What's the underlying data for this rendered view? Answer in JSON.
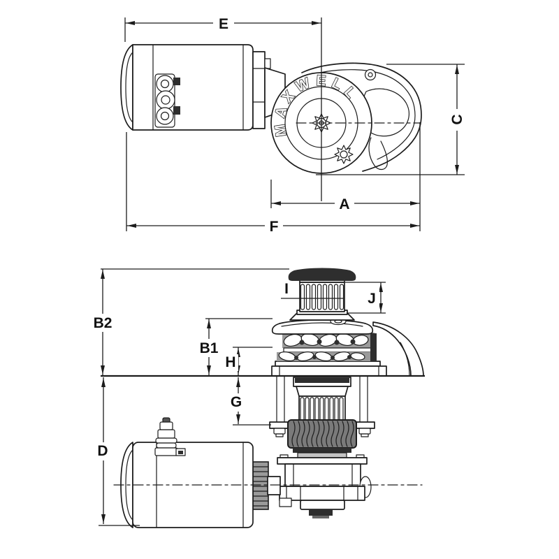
{
  "brand_logo": "MAXWELL",
  "labels": {
    "e": "E",
    "c": "C",
    "a": "A",
    "f": "F",
    "b2": "B2",
    "b1": "B1",
    "h": "H",
    "i": "I",
    "j": "J",
    "g": "G",
    "d": "D"
  },
  "colors": {
    "line": "#1c1c1c",
    "background": "#ffffff",
    "dark_fill": "#2e2e2e",
    "chain_gray": "#9a9a9a",
    "wheel_gray": "#7a7a7a"
  }
}
